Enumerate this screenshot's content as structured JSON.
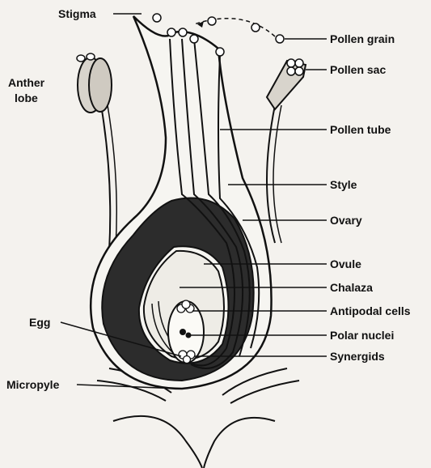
{
  "labels": {
    "stigma": "Stigma",
    "pollen_grain": "Pollen grain",
    "pollen_sac": "Pollen sac",
    "anther_lobe_line1": "Anther",
    "anther_lobe_line2": "lobe",
    "pollen_tube": "Pollen tube",
    "style": "Style",
    "ovary": "Ovary",
    "ovule": "Ovule",
    "chalaza": "Chalaza",
    "egg": "Egg",
    "antipodal_cells": "Antipodal cells",
    "polar_nuclei": "Polar nuclei",
    "synergids": "Synergids",
    "micropyle": "Micropyle"
  }
}
